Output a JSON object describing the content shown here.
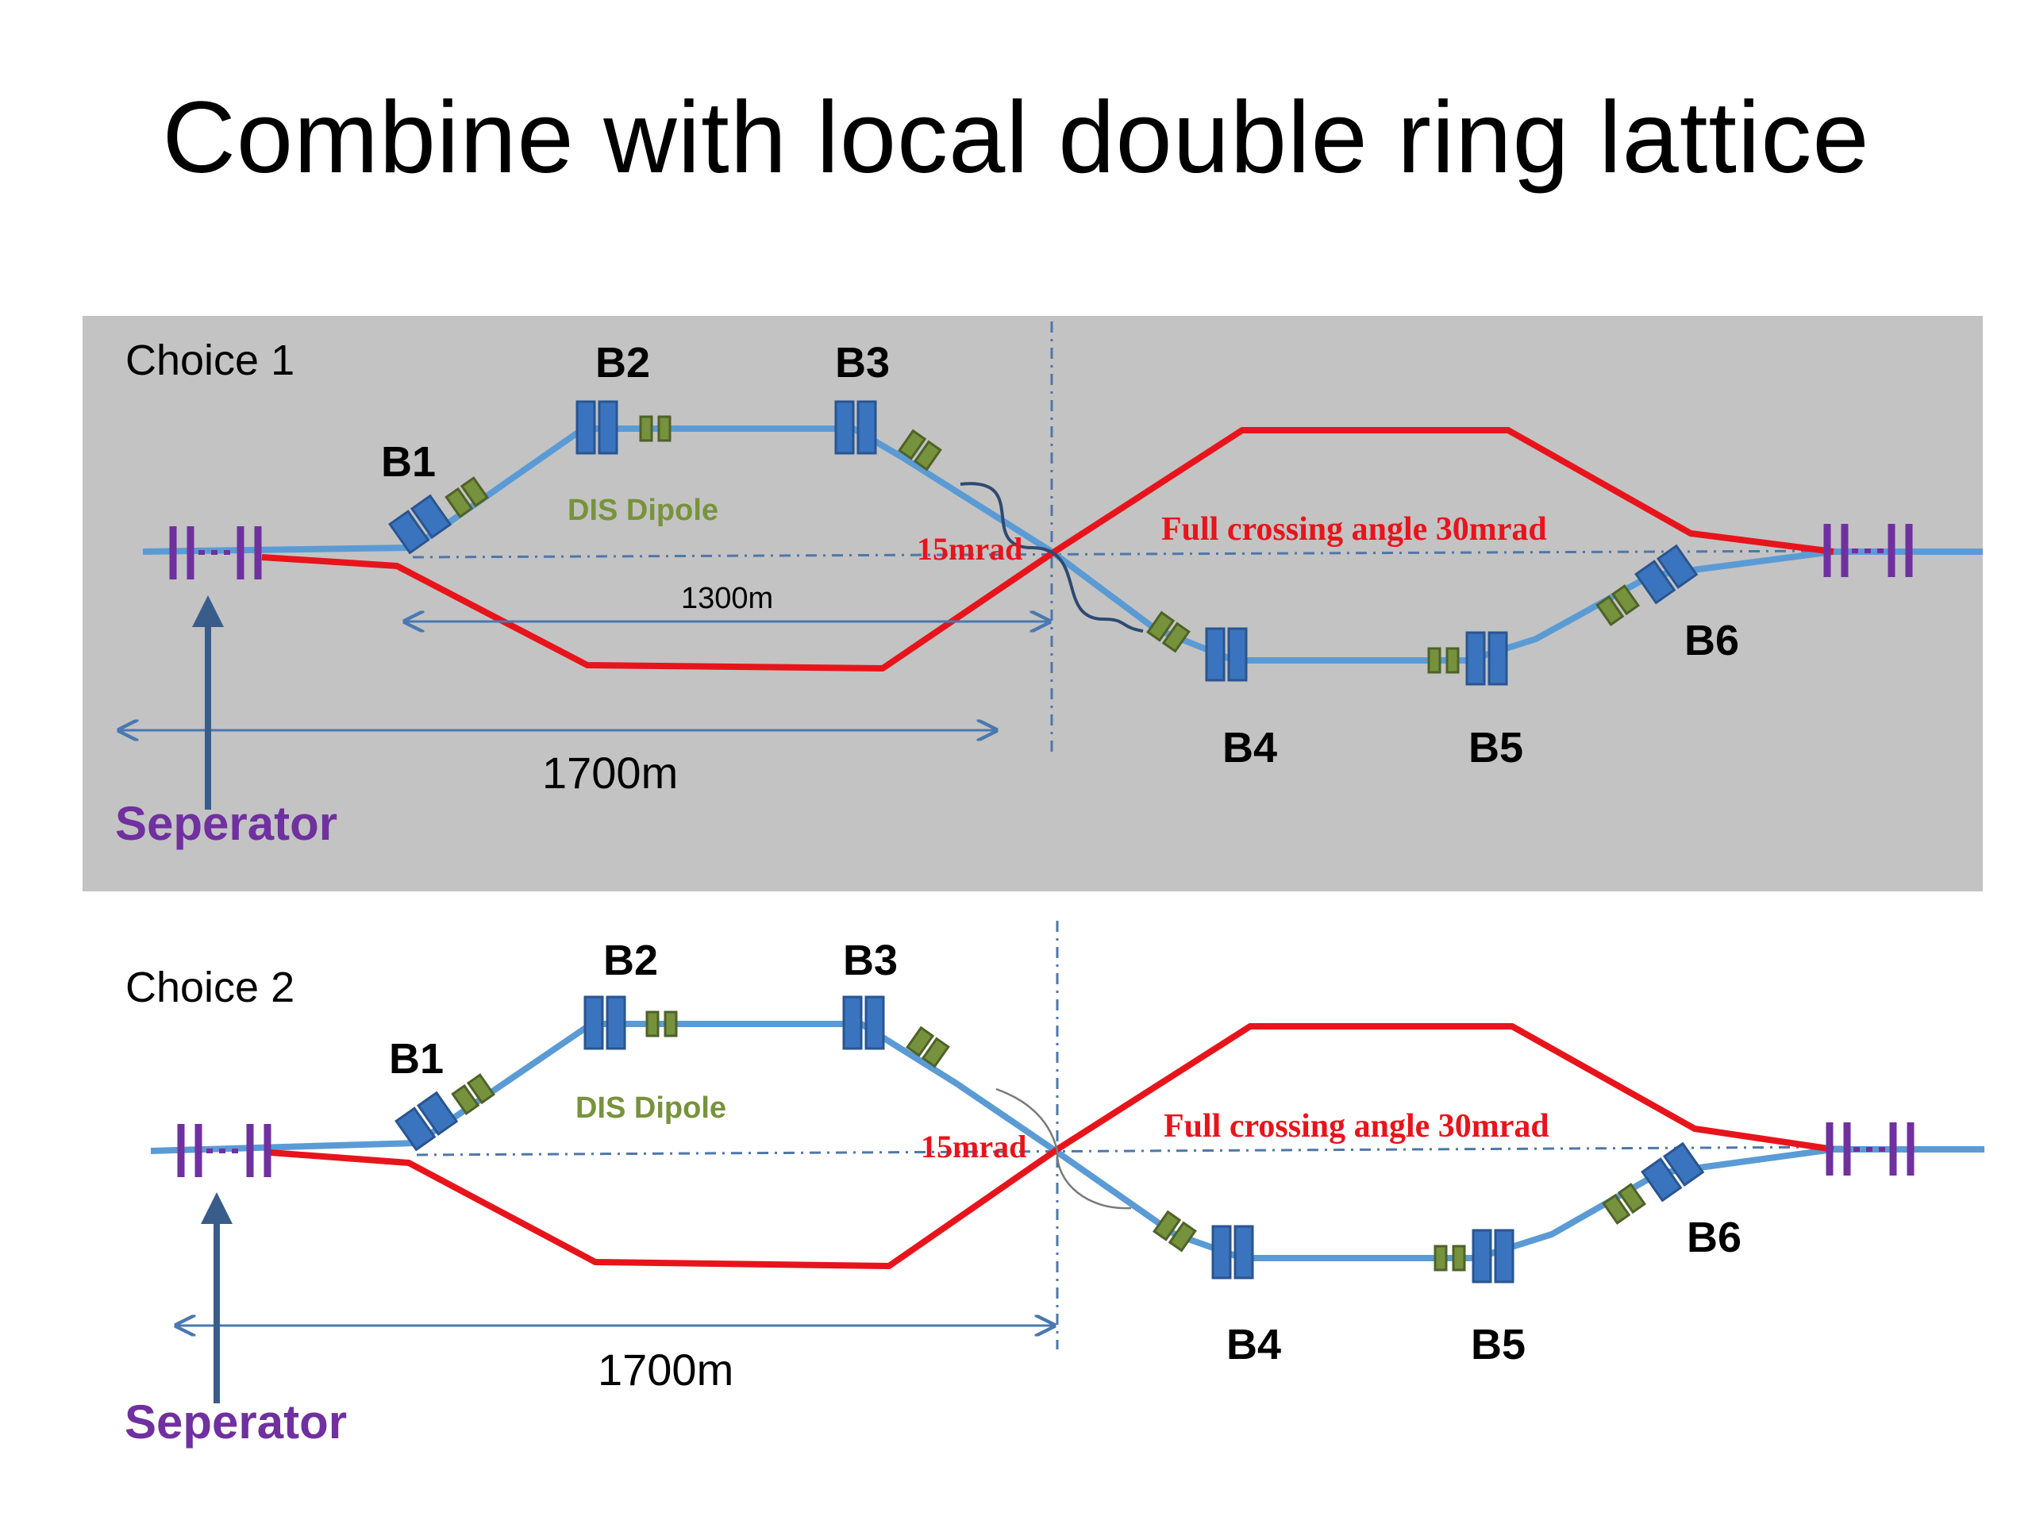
{
  "slide": {
    "title": "Combine with local double ring lattice"
  },
  "colors": {
    "panel_bg": "#c3c3c3",
    "beam_blue": "#5b9bd5",
    "beam_red": "#e8141c",
    "bend_fill": "#3a74be",
    "bend_stroke": "#2a5590",
    "dipole_fill": "#76923c",
    "dipole_stroke": "#4f6228",
    "separator": "#7030a0",
    "arrow": "#385d8a"
  },
  "choice1": {
    "label": "Choice 1",
    "bends": {
      "b1": "B1",
      "b2": "B2",
      "b3": "B3",
      "b4": "B4",
      "b5": "B5",
      "b6": "B6"
    },
    "dis_dipole": "DIS Dipole",
    "angle_label": "15mrad",
    "crossing_label": "Full crossing angle 30mrad",
    "dim_inner": "1300m",
    "dim_outer": "1700m",
    "separator_label": "Seperator"
  },
  "choice2": {
    "label": "Choice 2",
    "bends": {
      "b1": "B1",
      "b2": "B2",
      "b3": "B3",
      "b4": "B4",
      "b5": "B5",
      "b6": "B6"
    },
    "dis_dipole": "DIS Dipole",
    "angle_label": "15mrad",
    "crossing_label": "Full crossing angle 30mrad",
    "dim_outer": "1700m",
    "separator_label": "Seperator"
  }
}
